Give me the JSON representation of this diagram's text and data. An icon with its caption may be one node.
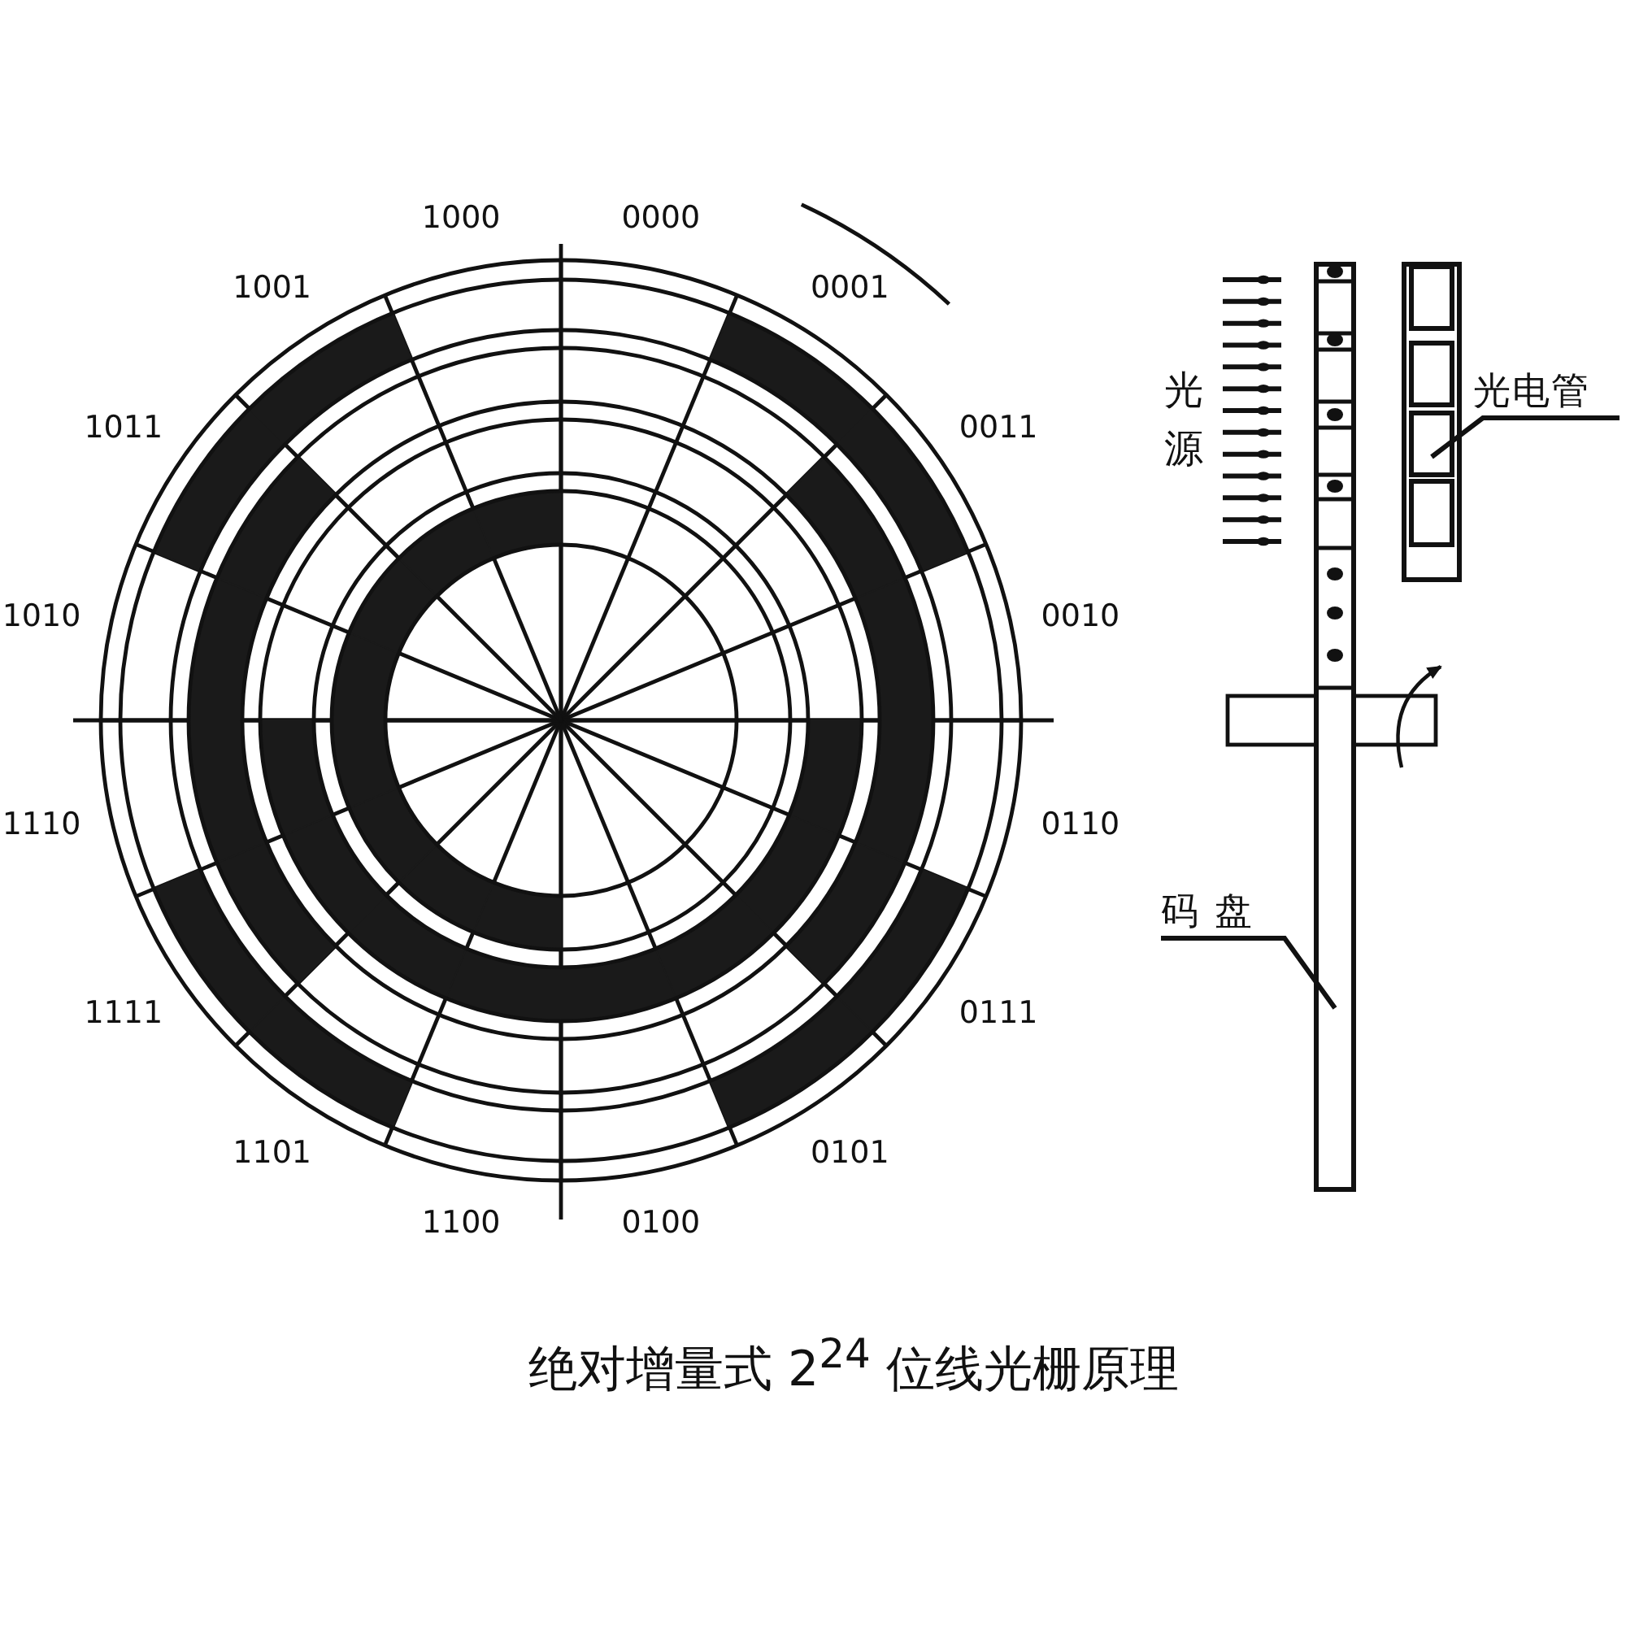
{
  "diagram": {
    "caption": "绝对增量式 2$^{24}$ 位线光栅原理",
    "nodes": [
      {
        "text": [
          "光电管"
        ]
      },
      {
        "text": [],
        "shape": "box"
      },
      {
        "text": [
          "码盘"
        ]
      },
      {
        "text": [],
        "shape": "bar"
      }
    ],
    "edges": [
      {
        "from": 0,
        "to": 1,
        "arrow": "none"
      },
      {
        "from": 2,
        "to": 3,
        "arrow": "none"
      }
    ],
    "labels": [
      "0000",
      "0001",
      "0011",
      "0010",
      "0110",
      "0111",
      "0101",
      "0100",
      "1100",
      "1101",
      "1111",
      "1110",
      "1010",
      "1011",
      "1001",
      "1000",
      "光源"
    ]
  }
}
